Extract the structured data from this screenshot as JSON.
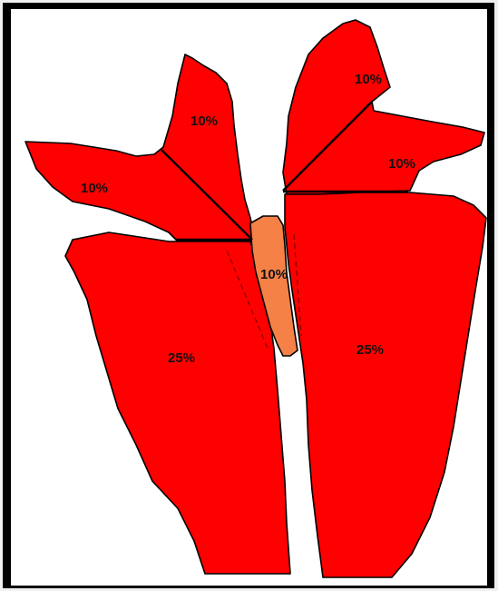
{
  "colors": {
    "region_fill": "#ff0000",
    "center_fill": "#f58147",
    "outline": "#000000",
    "frame": "#000000",
    "background": "#ffffff"
  },
  "labels": {
    "upper_left_top": "10%",
    "upper_left_side": "10%",
    "upper_right_top": "10%",
    "upper_right_side": "10%",
    "center": "10%",
    "lower_left": "25%",
    "lower_right": "25%"
  }
}
